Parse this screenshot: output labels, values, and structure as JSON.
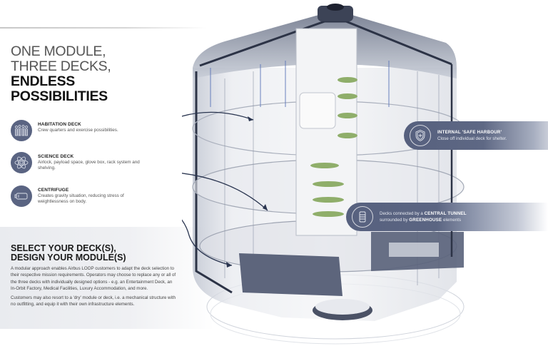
{
  "headline": {
    "line1": "ONE MODULE,",
    "line2": "THREE DECKS,",
    "line3": "ENDLESS",
    "line4": "POSSIBILITIES"
  },
  "decks": [
    {
      "icon": "crew-icon",
      "title": "HABITATION DECK",
      "desc": "Crew quarters and exercise possibilities."
    },
    {
      "icon": "atom-icon",
      "title": "SCIENCE DECK",
      "desc": "Airlock, payload space, glove box, rack system and shelving."
    },
    {
      "icon": "centrifuge-icon",
      "title": "CENTRIFUGE",
      "desc": "Creates gravity situation, reducing stress of weightlessness on body."
    }
  ],
  "select": {
    "title_line1": "SELECT YOUR DECK(S),",
    "title_line2": "DESIGN YOUR MODULE(S)",
    "para1": "A modular approach enables Airbus LOOP customers to adapt the deck selection to their respective mission requirements. Operators may choose to replace any or all of the three decks with individually designed options - e.g. an Entertainment Deck, an In-Orbit Factory, Medical Facilities, Luxury Accommodation, and more.",
    "para2": "Customers may also resort to a 'dry' module or deck, i.e. a mechanical structure with no outfitting, and equip it with their own infrastructure elements."
  },
  "callouts": {
    "safe_harbour": {
      "icon": "shield-icon",
      "title": "INTERNAL 'SAFE HARBOUR'",
      "desc": "Close off individual deck for shelter."
    },
    "tunnel": {
      "icon": "tunnel-icon",
      "pre": "Decks connected by a ",
      "bold1": "CENTRAL TUNNEL",
      "mid": "surrounded by ",
      "bold2": "GREENHOUSE",
      "post": " elements"
    }
  },
  "colors": {
    "icon_circle": "#5a6482",
    "callout_bg": "#56607e",
    "panel_bg": "#eceef2",
    "arrow": "#2a3550"
  }
}
